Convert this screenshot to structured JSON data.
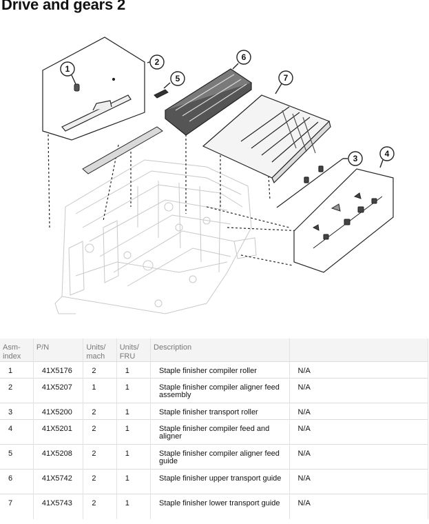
{
  "page": {
    "title": "Drive and gears 2"
  },
  "callouts": [
    "1",
    "2",
    "5",
    "6",
    "7",
    "3",
    "4"
  ],
  "table": {
    "headers": [
      "Asm-\nindex",
      "P/N",
      "Units/\nmach",
      "Units/\nFRU",
      "Description",
      ""
    ],
    "rows": [
      {
        "index": "1",
        "pn": "41X5176",
        "mach": "2",
        "fru": "1",
        "desc": "Staple finisher compiler roller",
        "note": "N/A"
      },
      {
        "index": "2",
        "pn": "41X5207",
        "mach": "1",
        "fru": "1",
        "desc": "Staple finisher compiler aligner feed assembly",
        "note": "N/A"
      },
      {
        "index": "3",
        "pn": "41X5200",
        "mach": "2",
        "fru": "1",
        "desc": "Staple finisher transport roller",
        "note": "N/A"
      },
      {
        "index": "4",
        "pn": "41X5201",
        "mach": "2",
        "fru": "1",
        "desc": "Staple finisher compiler feed and aligner",
        "note": "N/A"
      },
      {
        "index": "5",
        "pn": "41X5208",
        "mach": "2",
        "fru": "1",
        "desc": "Staple finisher compiler aligner feed guide",
        "note": "N/A"
      },
      {
        "index": "6",
        "pn": "41X5742",
        "mach": "2",
        "fru": "1",
        "desc": "Staple finisher upper transport guide",
        "note": "N/A"
      },
      {
        "index": "7",
        "pn": "41X5743",
        "mach": "2",
        "fru": "1",
        "desc": "Staple finisher lower transport guide",
        "note": "N/A"
      }
    ]
  }
}
